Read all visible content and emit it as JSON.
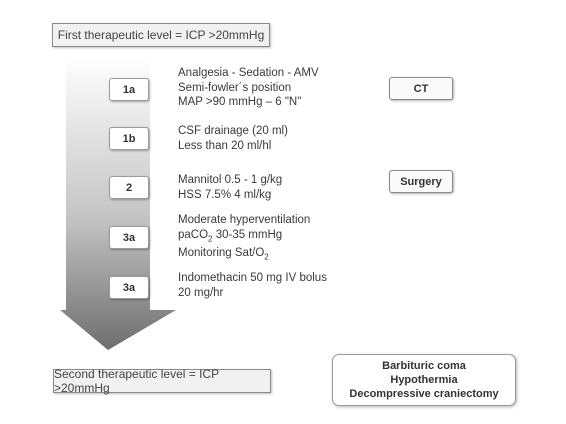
{
  "first_level": "First therapeutic level = ICP >20mmHg",
  "second_level": "Second therapeutic level = ICP >20mmHg",
  "steps": [
    {
      "label": "1a",
      "lines": [
        "Analgesia - Sedation - AMV",
        "Semi-fowler´s position",
        "MAP >90 mmHg – 6 \"N\""
      ]
    },
    {
      "label": "1b",
      "lines": [
        "CSF drainage (20 ml)",
        "Less than 20 ml/hl"
      ]
    },
    {
      "label": "2",
      "lines": [
        "Mannitol 0.5 - 1 g/kg",
        "HSS 7.5% 4 ml/kg"
      ]
    },
    {
      "label": "3a",
      "lines": [
        "Moderate hyperventilation",
        "paCO2 30-35 mmHg",
        "Monitoring Sat/O2"
      ]
    },
    {
      "label": "3a",
      "lines": [
        "Indomethacin 50 mg IV bolus",
        "20 mg/hr"
      ]
    }
  ],
  "side_boxes": {
    "ct": "CT",
    "surgery": "Surgery"
  },
  "final_box": [
    "Barbituric coma",
    "Hypothermia",
    "Decompressive craniectomy"
  ],
  "colors": {
    "arrow_top": "#ffffff",
    "arrow_bottom": "#7a7a7a",
    "border": "#8a8a8a"
  }
}
